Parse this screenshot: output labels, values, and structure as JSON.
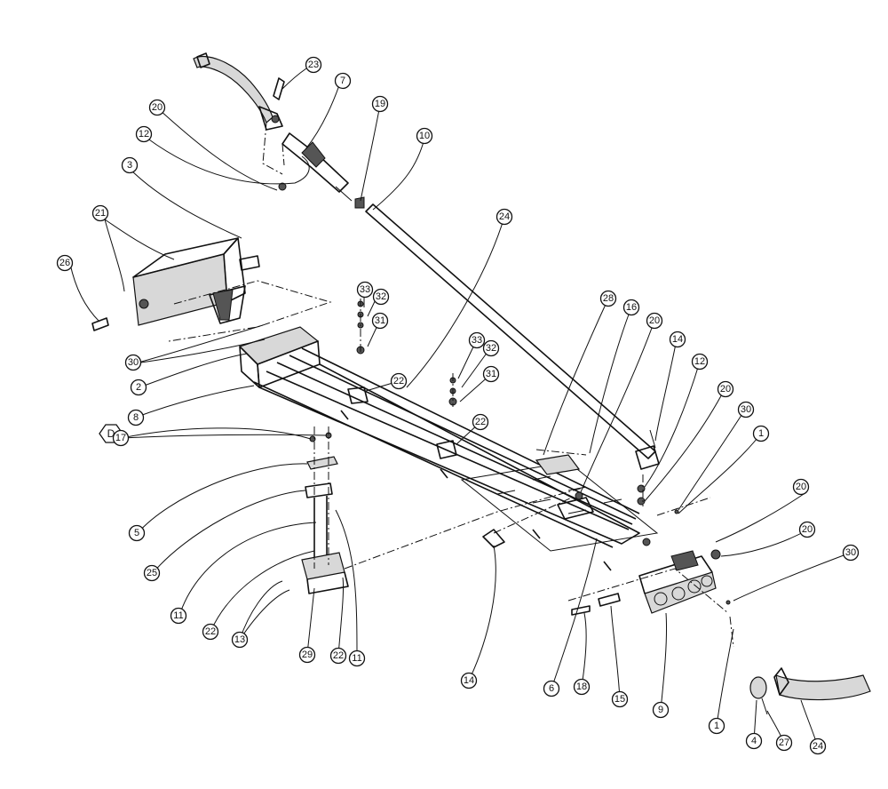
{
  "diagram_type": "exploded parts diagram",
  "view_tag": "D",
  "callouts": [
    {
      "id": "c23a",
      "label": "23"
    },
    {
      "id": "c7",
      "label": "7"
    },
    {
      "id": "c19",
      "label": "19"
    },
    {
      "id": "c10",
      "label": "10"
    },
    {
      "id": "c20a",
      "label": "20"
    },
    {
      "id": "c12a",
      "label": "12"
    },
    {
      "id": "c3",
      "label": "3"
    },
    {
      "id": "c21",
      "label": "21"
    },
    {
      "id": "c26",
      "label": "26"
    },
    {
      "id": "c24a",
      "label": "24"
    },
    {
      "id": "c33a",
      "label": "33"
    },
    {
      "id": "c32a",
      "label": "32"
    },
    {
      "id": "c31a",
      "label": "31"
    },
    {
      "id": "c33b",
      "label": "33"
    },
    {
      "id": "c32b",
      "label": "32"
    },
    {
      "id": "c31b",
      "label": "31"
    },
    {
      "id": "c28",
      "label": "28"
    },
    {
      "id": "c16",
      "label": "16"
    },
    {
      "id": "c20b",
      "label": "20"
    },
    {
      "id": "c14a",
      "label": "14"
    },
    {
      "id": "c12b",
      "label": "12"
    },
    {
      "id": "c20c",
      "label": "20"
    },
    {
      "id": "c30a",
      "label": "30"
    },
    {
      "id": "c1a",
      "label": "1"
    },
    {
      "id": "c30b",
      "label": "30"
    },
    {
      "id": "c2",
      "label": "2"
    },
    {
      "id": "c22a",
      "label": "22"
    },
    {
      "id": "c22b",
      "label": "22"
    },
    {
      "id": "c8",
      "label": "8"
    },
    {
      "id": "c17",
      "label": "17"
    },
    {
      "id": "c5",
      "label": "5"
    },
    {
      "id": "c25",
      "label": "25"
    },
    {
      "id": "c11a",
      "label": "11"
    },
    {
      "id": "c22c",
      "label": "22"
    },
    {
      "id": "c13",
      "label": "13"
    },
    {
      "id": "c29",
      "label": "29"
    },
    {
      "id": "c22d",
      "label": "22"
    },
    {
      "id": "c11b",
      "label": "11"
    },
    {
      "id": "c14b",
      "label": "14"
    },
    {
      "id": "c6",
      "label": "6"
    },
    {
      "id": "c18",
      "label": "18"
    },
    {
      "id": "c15",
      "label": "15"
    },
    {
      "id": "c9",
      "label": "9"
    },
    {
      "id": "c20d",
      "label": "20"
    },
    {
      "id": "c20e",
      "label": "20"
    },
    {
      "id": "c30c",
      "label": "30"
    },
    {
      "id": "c1b",
      "label": "1"
    },
    {
      "id": "c4",
      "label": "4"
    },
    {
      "id": "c27",
      "label": "27"
    },
    {
      "id": "c24b",
      "label": "24"
    }
  ]
}
